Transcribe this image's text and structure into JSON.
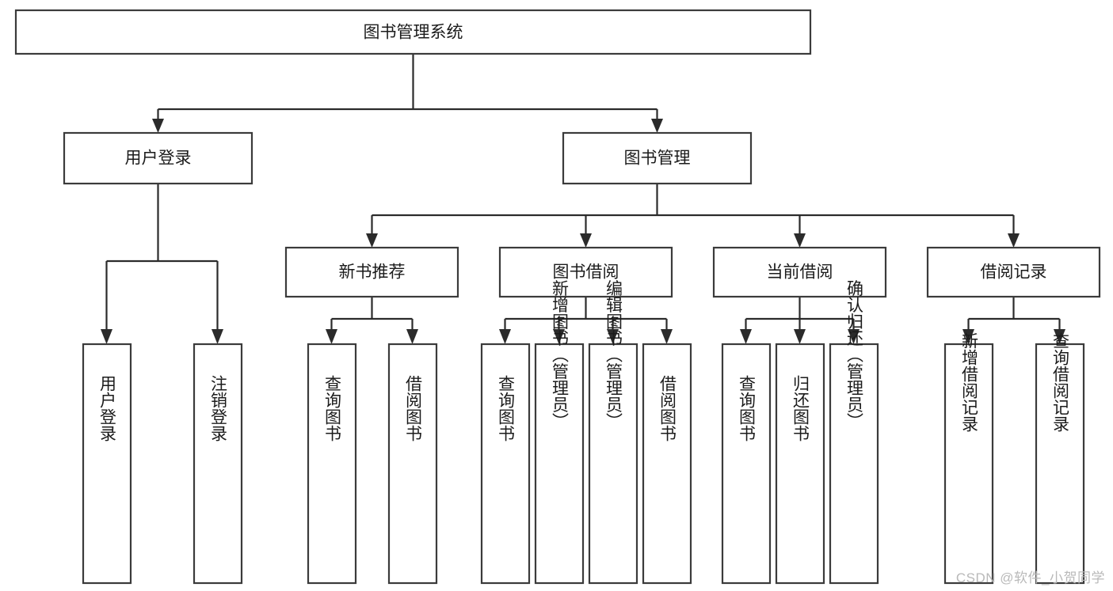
{
  "diagram": {
    "type": "tree",
    "title": "图书管理系统",
    "orientation": "top-down",
    "watermark": "CSDN @软件_小贺同学",
    "colors": {
      "box_fill": "#ffffff",
      "box_stroke": "#3b3b3b",
      "connector": "#2b2b2b",
      "text": "#1b1b1b",
      "watermark": "#b9b9b9",
      "background": "#ffffff"
    },
    "root": {
      "id": "root",
      "label": "图书管理系统",
      "level": 0
    },
    "level1": [
      {
        "id": "user-login",
        "label": "用户登录",
        "level": 1
      },
      {
        "id": "book-manage",
        "label": "图书管理",
        "level": 1
      }
    ],
    "level2": [
      {
        "id": "new-book-recommend",
        "label": "新书推荐",
        "level": 2,
        "parent": "book-manage"
      },
      {
        "id": "book-borrow",
        "label": "图书借阅",
        "level": 2,
        "parent": "book-manage"
      },
      {
        "id": "current-borrow",
        "label": "当前借阅",
        "level": 2,
        "parent": "book-manage"
      },
      {
        "id": "borrow-record",
        "label": "借阅记录",
        "level": 2,
        "parent": "book-manage"
      }
    ],
    "leaves": [
      {
        "id": "leaf-user-login",
        "label": "用户登录",
        "parent": "user-login"
      },
      {
        "id": "leaf-user-logout",
        "label": "注销登录",
        "parent": "user-login"
      },
      {
        "id": "leaf-query-book-1",
        "label": "查询图书",
        "parent": "new-book-recommend"
      },
      {
        "id": "leaf-borrow-book-1",
        "label": "借阅图书",
        "parent": "new-book-recommend"
      },
      {
        "id": "leaf-query-book-2",
        "label": "查询图书",
        "parent": "book-borrow"
      },
      {
        "id": "leaf-add-book",
        "label": "新增图书（管理员）",
        "parent": "book-borrow"
      },
      {
        "id": "leaf-edit-book",
        "label": "编辑图书（管理员）",
        "parent": "book-borrow"
      },
      {
        "id": "leaf-borrow-book-2",
        "label": "借阅图书",
        "parent": "book-borrow"
      },
      {
        "id": "leaf-query-book-3",
        "label": "查询图书",
        "parent": "current-borrow"
      },
      {
        "id": "leaf-return-book",
        "label": "归还图书",
        "parent": "current-borrow"
      },
      {
        "id": "leaf-confirm-return",
        "label": "确认归还（管理员）",
        "parent": "current-borrow"
      },
      {
        "id": "leaf-add-record",
        "label": "新增借阅记录",
        "parent": "borrow-record"
      },
      {
        "id": "leaf-query-record",
        "label": "查询借阅记录",
        "parent": "borrow-record"
      }
    ]
  }
}
